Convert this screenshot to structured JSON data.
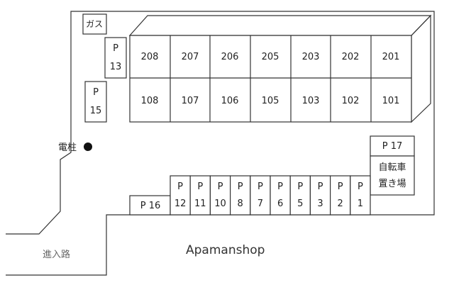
{
  "labels": {
    "gas": "ガス",
    "utility_pole": "電柱",
    "entrance_road": "進入路",
    "watermark": "Apamanshop",
    "bicycle_parking_line1": "自転車",
    "bicycle_parking_line2": "置き場",
    "p_mark": "P"
  },
  "units_upper": [
    "208",
    "207",
    "206",
    "205",
    "203",
    "202",
    "201"
  ],
  "units_lower": [
    "108",
    "107",
    "106",
    "105",
    "103",
    "102",
    "101"
  ],
  "parking_vertical": [
    "12",
    "11",
    "10",
    "8",
    "7",
    "6",
    "5",
    "3",
    "2",
    "1"
  ],
  "parking_left_tall": [
    {
      "p": "P",
      "num": "13"
    },
    {
      "p": "P",
      "num": "15"
    }
  ],
  "parking_16": "P 16",
  "parking_17": "P 17",
  "colors": {
    "line": "#333333",
    "background": "#ffffff",
    "text": "#222222",
    "muted_text": "#666666"
  }
}
